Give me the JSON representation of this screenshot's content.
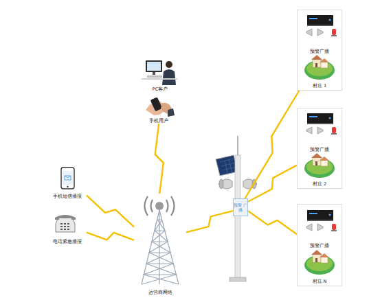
{
  "diagram": {
    "nodes": [
      {
        "text": [
          "PC客户"
        ]
      },
      {
        "text": [
          "手机用户"
        ]
      },
      {
        "text": [
          "手机短信播报"
        ]
      },
      {
        "text": [
          "电话紧急播报"
        ]
      },
      {
        "text": [
          "运营商网络"
        ]
      },
      {
        "text": [
          "预警 广播"
        ]
      },
      {
        "text": [
          "预警广播",
          "村庄 1"
        ]
      },
      {
        "text": [
          "预警广播",
          "村庄 2"
        ]
      },
      {
        "text": [
          "预警广播",
          "村庄 N"
        ]
      }
    ],
    "edges": [
      {
        "from": 2,
        "to": 4,
        "arrow": "none"
      },
      {
        "from": 3,
        "to": 4,
        "arrow": "none"
      },
      {
        "from": 1,
        "to": 4,
        "arrow": "none"
      },
      {
        "from": 4,
        "to": 5,
        "arrow": "none"
      },
      {
        "from": 5,
        "to": 6,
        "arrow": "none"
      },
      {
        "from": 5,
        "to": 7,
        "arrow": "none"
      },
      {
        "from": 5,
        "to": 8,
        "arrow": "none"
      }
    ]
  }
}
